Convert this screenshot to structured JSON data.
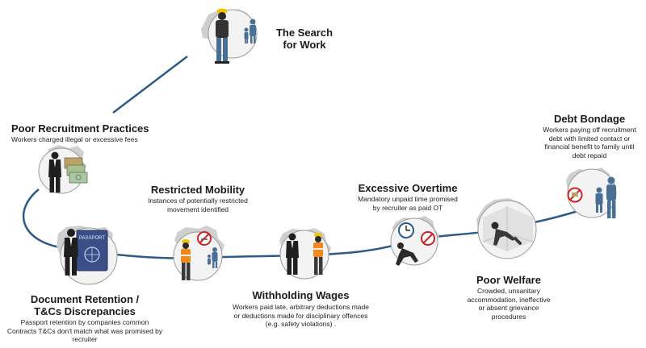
{
  "colors": {
    "path": "#2e5a86",
    "circle_fill": "#f3f3f3",
    "circle_stroke": "#9a9a9a",
    "map": "#cfcfcf",
    "suit": "#1f1f1f",
    "vest": "#f08a1c",
    "worker_blue": "#4a6f95",
    "red": "#cc2222"
  },
  "stages": [
    {
      "title": [
        "The Search",
        "for Work"
      ],
      "description": []
    },
    {
      "title": [
        "Poor Recruitment Practices"
      ],
      "description": [
        "Workers charged illegal or excessive fees"
      ]
    },
    {
      "title": [
        "Document Retention /",
        "T&Cs Discrepancies"
      ],
      "description": [
        "Passport retention by companies common",
        "Contracts T&Cs don't match what was promised by",
        "recruiter"
      ],
      "passport_label": "PASSPORT"
    },
    {
      "title": [
        "Restricted Mobility"
      ],
      "description": [
        "Instances of potentially restricted",
        "movement identified"
      ]
    },
    {
      "title": [
        "Withholding Wages"
      ],
      "description": [
        "Workers paid late, arbitrary deductions made",
        "or deductions made for disciplinary offences",
        "(e.g. safety violations) ."
      ]
    },
    {
      "title": [
        "Excessive Overtime"
      ],
      "description": [
        "Mandatory unpaid time promised",
        "by recruiter as paid OT"
      ]
    },
    {
      "title": [
        "Poor Welfare"
      ],
      "description": [
        "Crowded, unsanitary",
        "accommodation, ineffective",
        "or absent grievance",
        "procedures"
      ]
    },
    {
      "title": [
        "Debt Bondage"
      ],
      "description": [
        "Workers paying off recruitment",
        "debt with limited contact or",
        "financial benefit to family until",
        "debt repaid"
      ]
    }
  ]
}
